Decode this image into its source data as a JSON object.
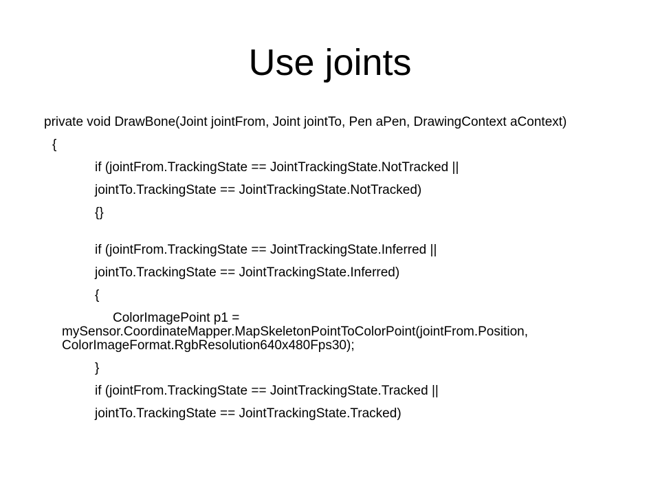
{
  "slide": {
    "title": "Use joints",
    "code_lines": [
      "private void DrawBone(Joint jointFrom, Joint jointTo, Pen aPen, DrawingContext aContext)",
      "{",
      "if (jointFrom.TrackingState == JointTrackingState.NotTracked ||",
      "jointTo.TrackingState == JointTrackingState.NotTracked)",
      "{}",
      "if (jointFrom.TrackingState == JointTrackingState.Inferred ||",
      "jointTo.TrackingState == JointTrackingState.Inferred)",
      "{",
      "ColorImagePoint p1 = mySensor.CoordinateMapper.MapSkeletonPointToColorPoint(jointFrom.Position, ColorImageFormat.RgbResolution640x480Fps30);",
      "}",
      "if (jointFrom.TrackingState == JointTrackingState.Tracked ||",
      "jointTo.TrackingState == JointTrackingState.Tracked)"
    ]
  }
}
